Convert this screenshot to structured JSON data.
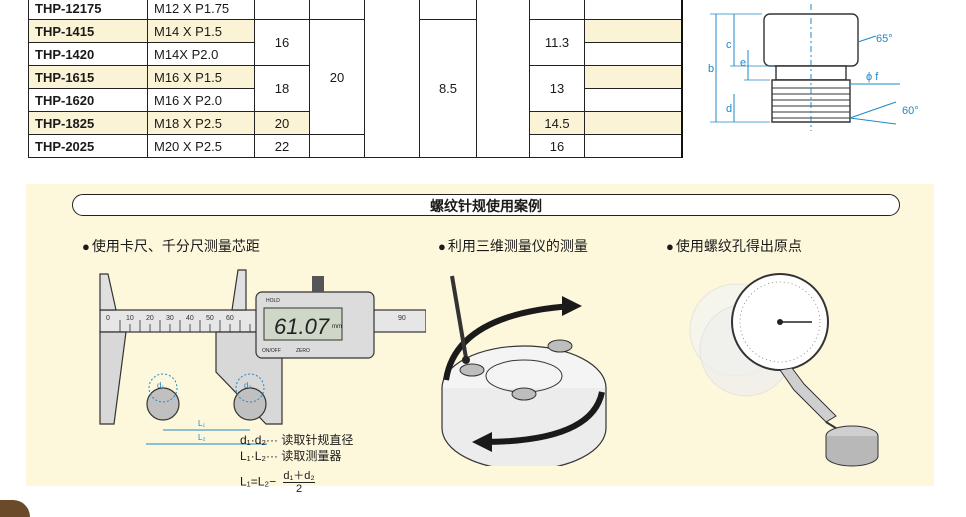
{
  "table": {
    "rows": [
      {
        "code": "THP-12175",
        "thread": "M12 X P1.75",
        "highlight": false
      },
      {
        "code": "THP-1415",
        "thread": "M14 X P1.5",
        "highlight": true
      },
      {
        "code": "THP-1420",
        "thread": "M14X P2.0",
        "highlight": false
      },
      {
        "code": "THP-1615",
        "thread": "M16 X P1.5",
        "highlight": true
      },
      {
        "code": "THP-1620",
        "thread": "M16 X P2.0",
        "highlight": false
      },
      {
        "code": "THP-1825",
        "thread": "M18 X P2.5",
        "highlight": true
      },
      {
        "code": "THP-2025",
        "thread": "M20 X P2.5",
        "highlight": false
      }
    ],
    "col3": {
      "v16": "16",
      "v18": "18",
      "v20": "20",
      "v22": "22"
    },
    "col4": {
      "v20": "20"
    },
    "col6": {
      "v85": "8.5"
    },
    "col8": {
      "v113": "11.3",
      "v13": "13",
      "v145": "14.5",
      "v16": "16"
    }
  },
  "diagram": {
    "labels": {
      "b": "b",
      "c": "c",
      "e": "e",
      "d": "d",
      "phi": "ϕ f",
      "a65": "65°",
      "a60": "60°"
    },
    "colors": {
      "line": "#1e88c8"
    }
  },
  "panel": {
    "title": "螺纹针规使用案例",
    "cases": [
      {
        "bullet": "●",
        "label": "使用卡尺、千分尺测量芯距"
      },
      {
        "bullet": "●",
        "label": "利用三维测量仪的测量"
      },
      {
        "bullet": "●",
        "label": "使用螺纹孔得出原点"
      }
    ],
    "caliper": {
      "display": "61.07",
      "unit": "mm",
      "btn_hold": "HOLD",
      "btn_onoff": "ON/OFF",
      "btn_zero": "ZERO",
      "scale": [
        "0",
        "10",
        "20",
        "30",
        "40",
        "50",
        "60"
      ],
      "scale_end": "90",
      "d1": "d₁",
      "d2": "d₂",
      "L1": "L₁",
      "L2": "L₂"
    },
    "legend": {
      "line1": "d₁·d₂··· 读取针规直径",
      "line2": "L₁·L₂··· 读取测量器",
      "formula_left": "L₁=L₂−",
      "formula_num": "d₁＋d₂",
      "formula_den": "2"
    }
  }
}
